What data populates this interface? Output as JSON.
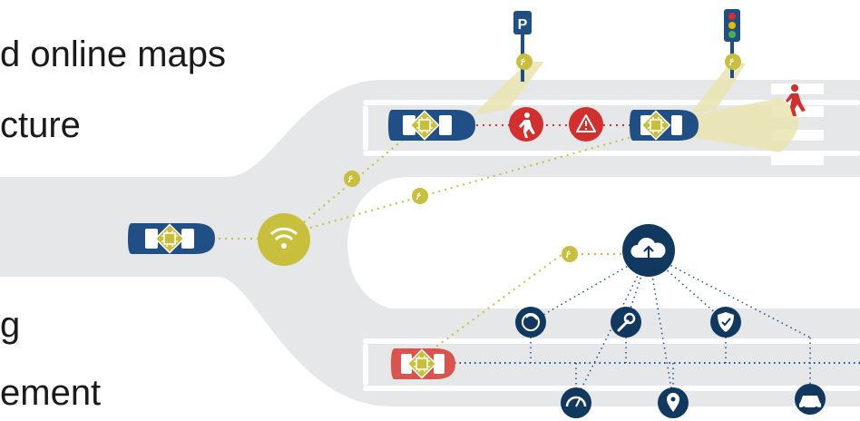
{
  "text_lines": [
    "d online maps",
    "cture",
    "g",
    "ement"
  ],
  "icons": {
    "parking_sign": "parking-sign-icon",
    "traffic_light": "traffic-light-icon",
    "pedestrian": "pedestrian-icon",
    "warning": "warning-triangle-icon",
    "wifi_hub": "wifi-icon",
    "cloud": "cloud-upload-icon",
    "services": [
      "driver-assist-icon",
      "wrench-icon",
      "shield-check-icon",
      "gauge-icon",
      "location-pin-icon",
      "car-sharing-icon"
    ]
  },
  "colors": {
    "road": "#e6e7e9",
    "lane_mark": "#ffffff",
    "car_blue": "#1f4f85",
    "car_red": "#d9534f",
    "chip_yellow": "#c8c03c",
    "alert_red": "#d22f2f",
    "dark_navy": "#11385f",
    "beam": "#e9e4b0"
  }
}
